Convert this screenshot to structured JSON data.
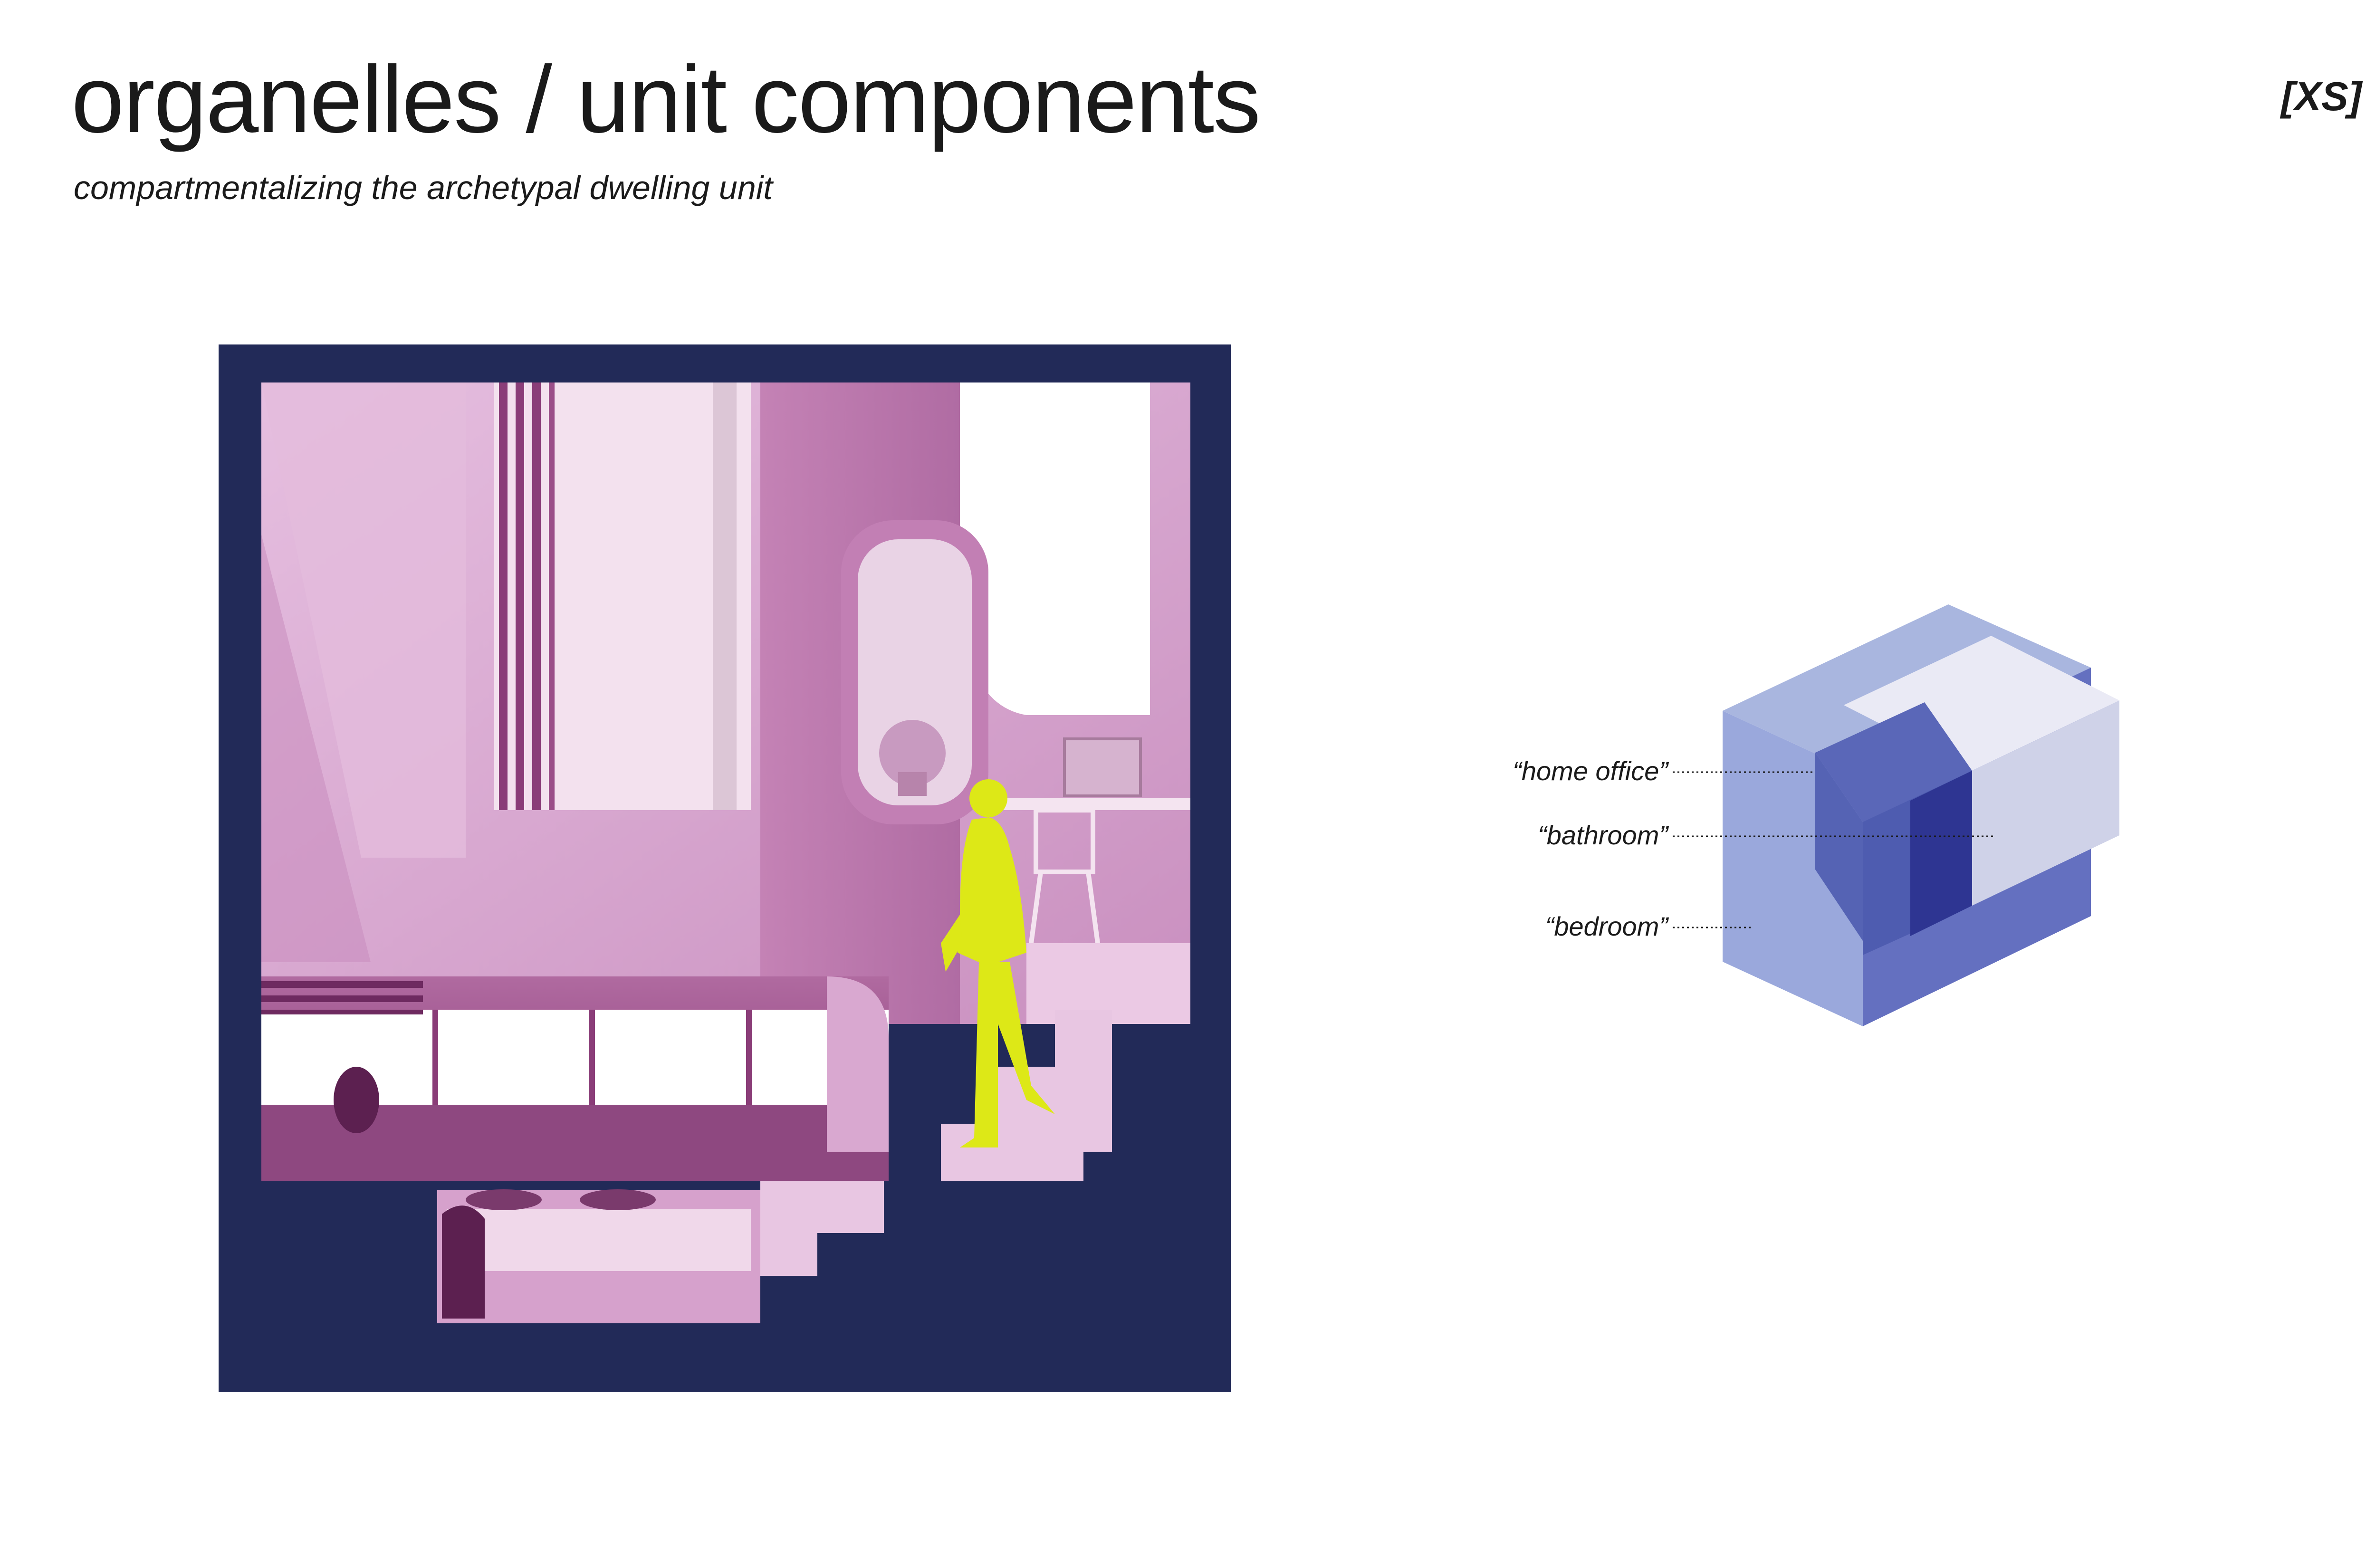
{
  "header": {
    "title": "organelles / unit components",
    "subtitle": "compartmentalizing the archetypal dwelling unit",
    "size_tag": "[XS]"
  },
  "section_render": {
    "frame_color": "#222a58",
    "interior_color": "#d9a8d0",
    "figure_color": "#dde817"
  },
  "axon_diagram": {
    "labels": {
      "home_office": "“home office”",
      "bathroom": "“bathroom”",
      "bedroom": "“bedroom”"
    },
    "colors": {
      "bedroom_top": "#a9b6df",
      "bedroom_left": "#9aa8dc",
      "bedroom_right": "#6470c0",
      "office_front": "#5563b4",
      "bath_side": "#2e3592",
      "bath_top": "#5a67b8",
      "white_top": "#eaeaf5",
      "white_right": "#cfd2e8"
    }
  }
}
